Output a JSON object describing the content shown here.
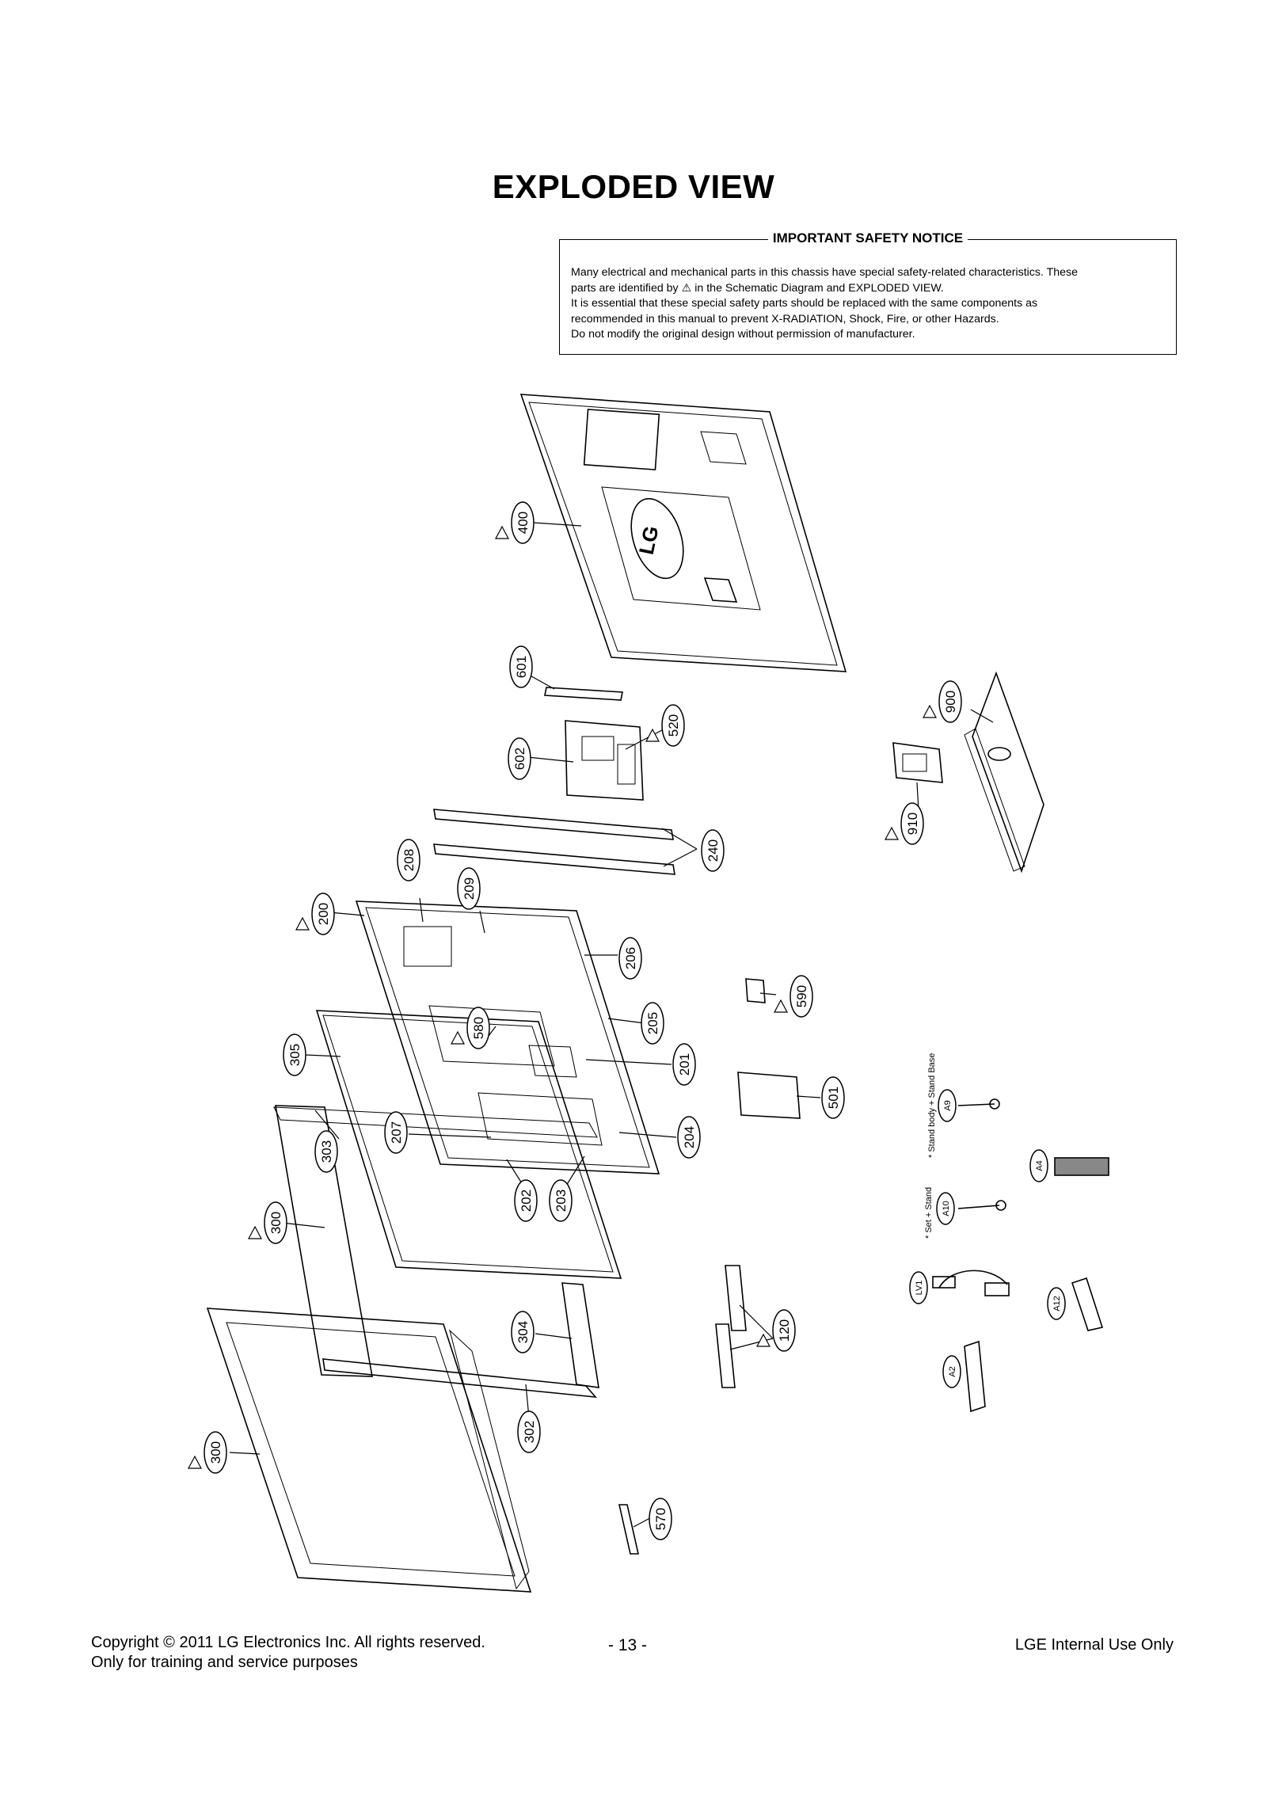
{
  "title": "EXPLODED VIEW",
  "notice": {
    "heading": "IMPORTANT SAFETY NOTICE",
    "line1": "Many electrical and mechanical parts in this chassis have special safety-related characteristics. These",
    "line2": "parts are identified by  ⚠  in the Schematic Diagram and EXPLODED VIEW.",
    "line3": "It is essential that these special safety parts should be replaced with the same components as",
    "line4": "recommended in this manual to prevent X-RADIATION, Shock, Fire, or other Hazards.",
    "line5": "Do not modify the original design without permission of manufacturer."
  },
  "diagram": {
    "logo_text": "LG",
    "callouts": [
      "400",
      "601",
      "602",
      "520",
      "900",
      "910",
      "240",
      "208",
      "209",
      "200",
      "206",
      "590",
      "580",
      "205",
      "201",
      "305",
      "501",
      "207",
      "204",
      "303",
      "202",
      "203",
      "300",
      "120",
      "304",
      "302",
      "300",
      "570",
      "A9",
      "A4",
      "A10",
      "LV1",
      "A12",
      "A2"
    ],
    "stand_label_1": "* Stand body + Stand Base",
    "stand_label_2": "* Set + Stand"
  },
  "footer": {
    "copyright": "Copyright © 2011 LG Electronics Inc. All rights reserved.",
    "purpose": "Only for training and service purposes",
    "page_number": "- 13 -",
    "internal": "LGE Internal Use Only"
  }
}
